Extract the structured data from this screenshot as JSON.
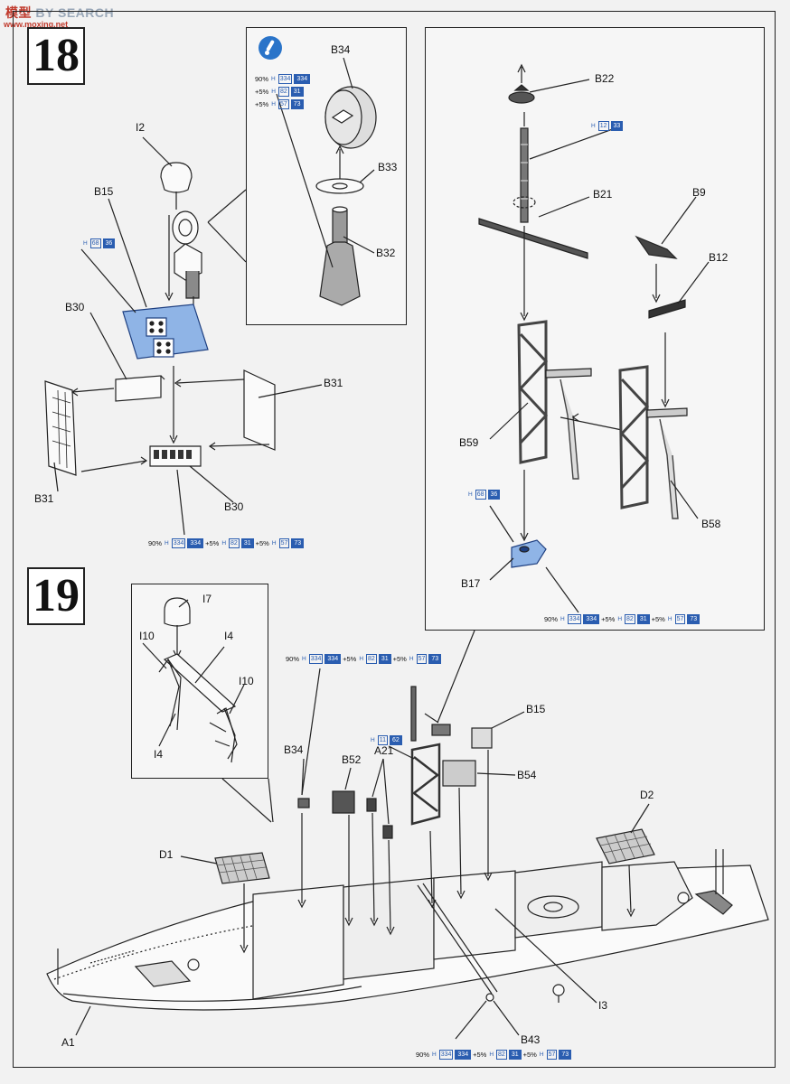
{
  "watermark": {
    "prefix": "模型",
    "brand": "BY SEARCH",
    "sub": "www.moxing.net"
  },
  "steps": [
    {
      "number": "18"
    },
    {
      "number": "19"
    }
  ],
  "paint_codes": {
    "b15_top": {
      "code": "H",
      "a": "68",
      "b": "36"
    },
    "b21": {
      "code": "H",
      "a": "12",
      "b": "33"
    },
    "b17_top": {
      "code": "H",
      "a": "68",
      "b": "36"
    },
    "a21": {
      "code": "H",
      "a": "11",
      "b": "62"
    },
    "mix_b34_inset": [
      {
        "pct": "90%",
        "code": "H",
        "a": "334",
        "b": "334"
      },
      {
        "pct": "+5%",
        "code": "H",
        "a": "82",
        "b": "31"
      },
      {
        "pct": "+5%",
        "code": "H",
        "a": "57",
        "b": "73"
      }
    ],
    "mix_line": [
      {
        "pct": "90%",
        "code": "H",
        "a": "334",
        "b": "334"
      },
      {
        "pct": "+5%",
        "code": "H",
        "a": "82",
        "b": "31"
      },
      {
        "pct": "+5%",
        "code": "H",
        "a": "57",
        "b": "73"
      }
    ]
  },
  "labels": {
    "I2": "I2",
    "B15a": "B15",
    "B30a": "B30",
    "B31a": "B31",
    "B31b": "B31",
    "B30b": "B30",
    "B34a": "B34",
    "B33": "B33",
    "B32": "B32",
    "B22": "B22",
    "B21": "B21",
    "B9": "B9",
    "B12": "B12",
    "B59": "B59",
    "B58": "B58",
    "B17": "B17",
    "I7": "I7",
    "I10a": "I10",
    "I4a": "I4",
    "I10b": "I10",
    "I4b": "I4",
    "B34b": "B34",
    "B52": "B52",
    "A21": "A21",
    "B15b": "B15",
    "B54": "B54",
    "D1": "D1",
    "D2": "D2",
    "A1": "A1",
    "I3": "I3",
    "B43": "B43"
  }
}
